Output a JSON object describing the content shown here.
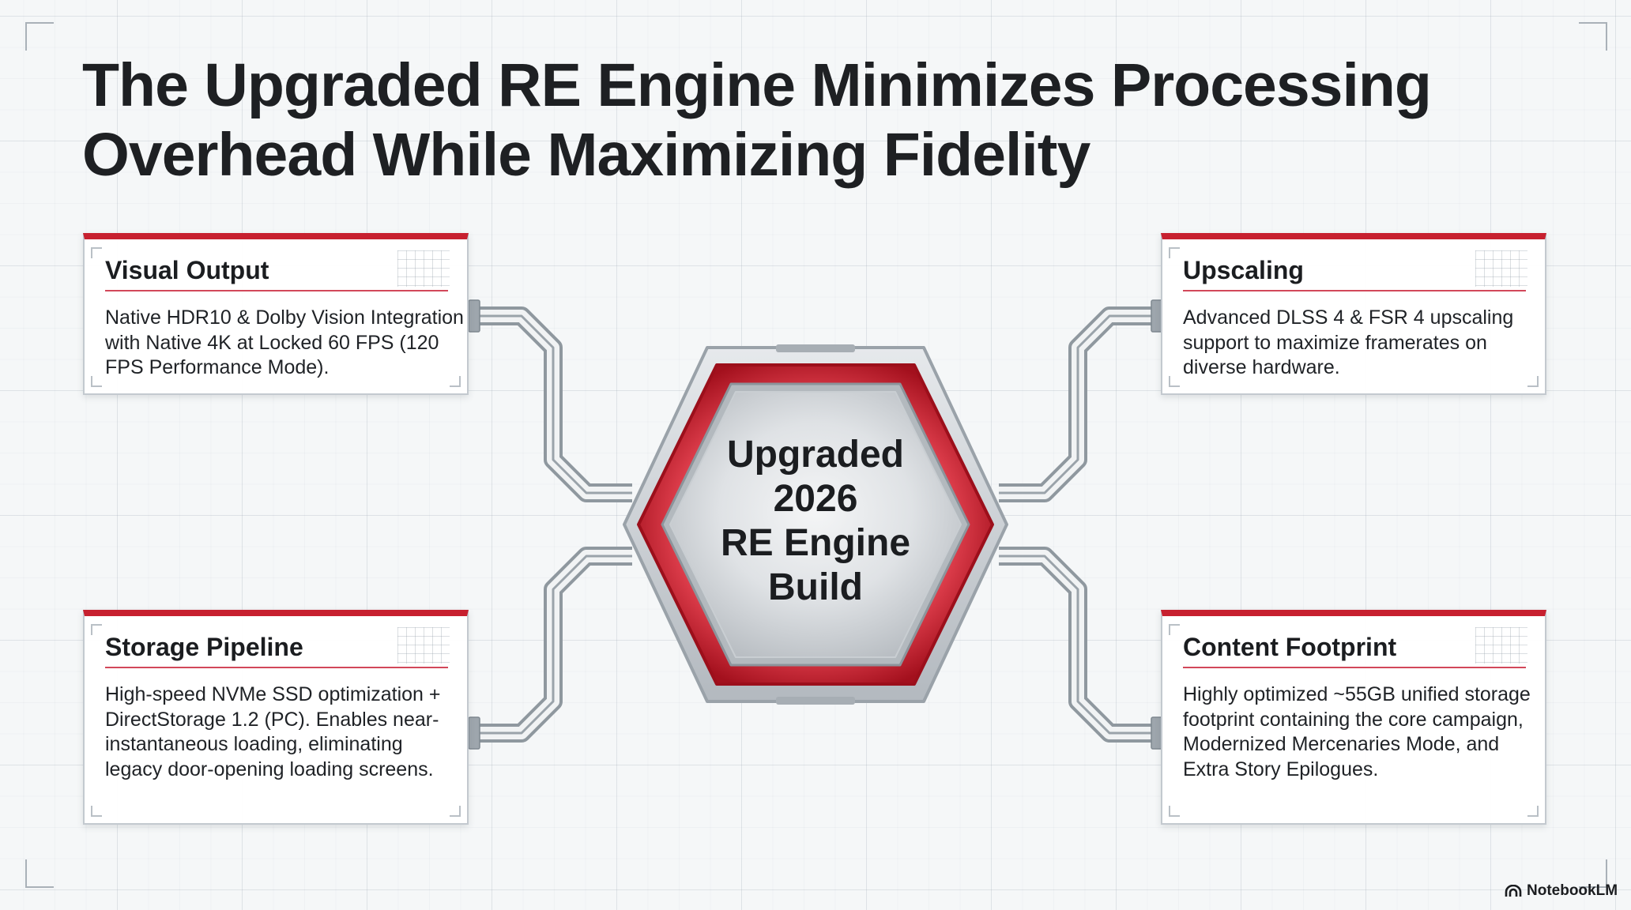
{
  "title": "The Upgraded RE Engine Minimizes Processing Overhead While Maximizing Fidelity",
  "hub": {
    "label_lines": [
      "Upgraded",
      "2026",
      "RE Engine",
      "Build"
    ]
  },
  "cards": {
    "visual_output": {
      "title": "Visual Output",
      "body": "Native HDR10 & Dolby Vision Integration with Native 4K at Locked 60 FPS (120 FPS Performance Mode)."
    },
    "upscaling": {
      "title": "Upscaling",
      "body": "Advanced DLSS 4 & FSR 4 upscaling support to maximize framerates on diverse hardware."
    },
    "storage_pipeline": {
      "title": "Storage Pipeline",
      "body": "High-speed NVMe SSD optimization + DirectStorage 1.2 (PC). Enables near-instantaneous loading, eliminating legacy door-opening loading screens."
    },
    "content_footprint": {
      "title": "Content Footprint",
      "body": "Highly optimized ~55GB unified storage footprint containing the core campaign, Modernized Mercenaries Mode, and Extra Story Epilogues."
    }
  },
  "brand": {
    "name": "NotebookLM",
    "icon": "notebooklm-logo-icon"
  },
  "colors": {
    "accent_red": "#c7202f",
    "background": "#f5f7f8",
    "text": "#1b1d20"
  }
}
